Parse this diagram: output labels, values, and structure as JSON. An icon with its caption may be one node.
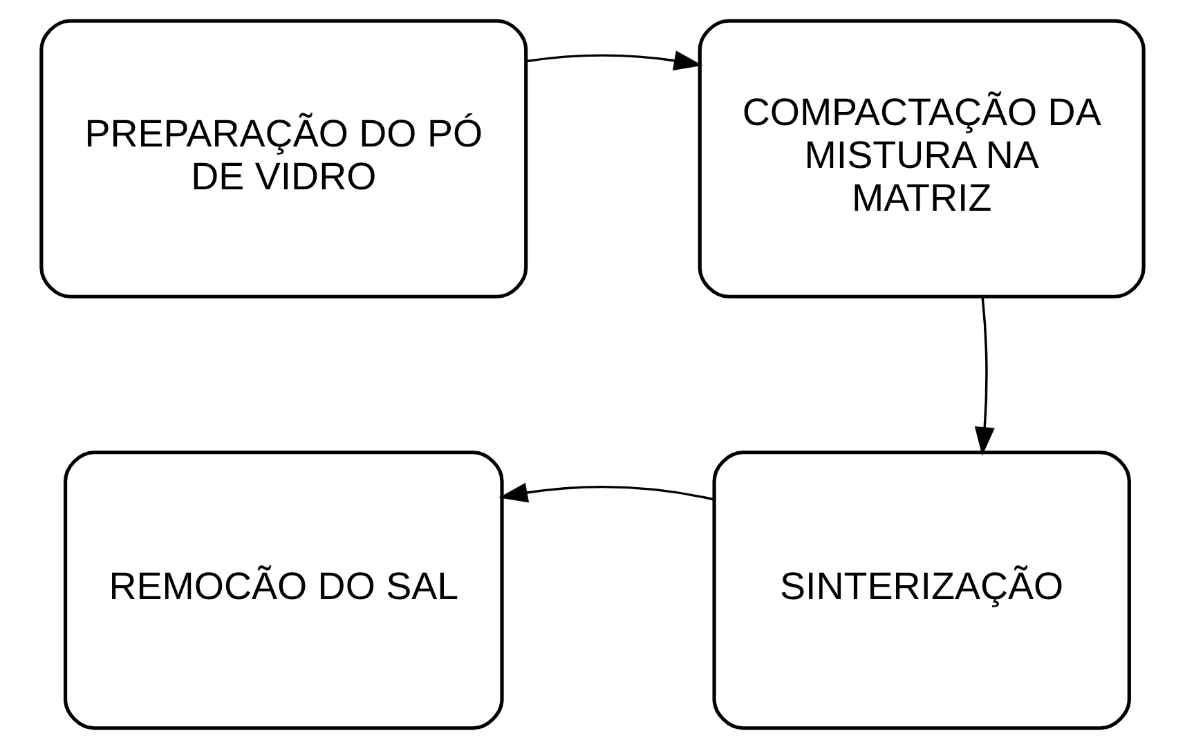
{
  "diagram": {
    "nodes": [
      {
        "text": [
          "PREPARAÇÃO DO PÓ DE VIDRO"
        ]
      },
      {
        "text": [
          "COMPACTAÇÃO DA MISTURA NA MATRIZ"
        ]
      },
      {
        "text": [
          "SINTERIZAÇÃO"
        ]
      },
      {
        "text": [
          "REMOCÃO DO SAL"
        ]
      }
    ],
    "edges": [
      {
        "from": 0,
        "to": 1,
        "arrow": "to"
      },
      {
        "from": 1,
        "to": 2,
        "arrow": "to"
      },
      {
        "from": 2,
        "to": 3,
        "arrow": "to"
      }
    ]
  }
}
